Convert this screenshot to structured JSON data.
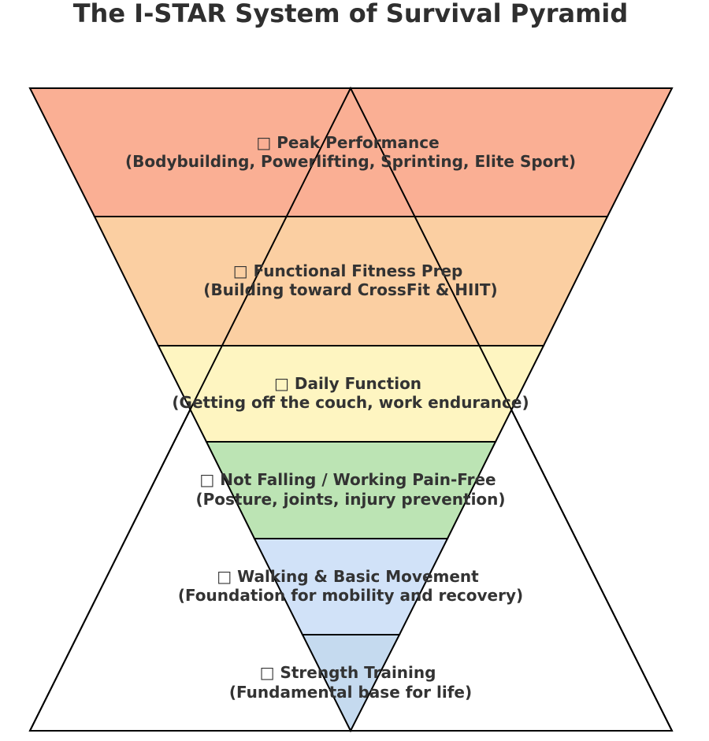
{
  "title": "The I-STAR System of Survival Pyramid",
  "levels": [
    {
      "icon": "□",
      "label": "Peak Performance",
      "detail": "(Bodybuilding, Powerlifting, Sprinting, Elite Sport)",
      "color": "#FAAF94"
    },
    {
      "icon": "□",
      "label": "Functional Fitness Prep",
      "detail": "(Building toward CrossFit & HIIT)",
      "color": "#FBCFA2"
    },
    {
      "icon": "□",
      "label": "Daily Function",
      "detail": "(Getting off the couch, work endurance)",
      "color": "#FEF5C1"
    },
    {
      "icon": "□",
      "label": "Not Falling / Working Pain-Free",
      "detail": "(Posture, joints, injury prevention)",
      "color": "#BCE4B4"
    },
    {
      "icon": "□",
      "label": "Walking & Basic Movement",
      "detail": "(Foundation for mobility and recovery)",
      "color": "#D1E2F8"
    },
    {
      "icon": "□",
      "label": "Strength Training",
      "detail": "(Fundamental base for life)",
      "color": "#C5DAEF"
    }
  ]
}
